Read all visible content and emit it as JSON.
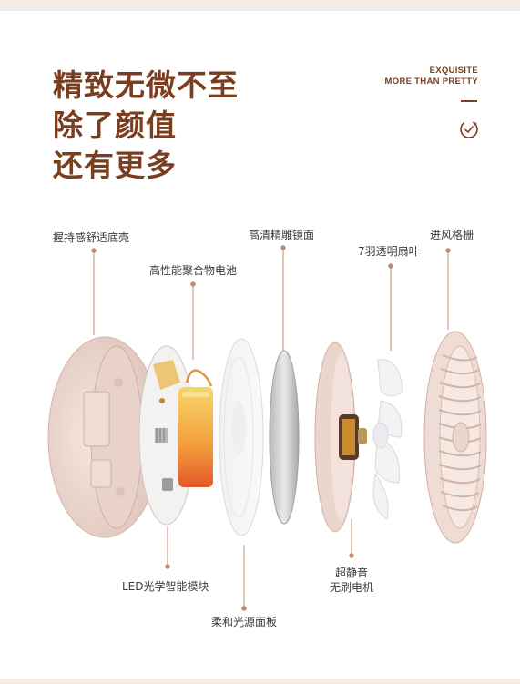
{
  "headline": {
    "line1": "精致无微不至",
    "line2": "除了颜值",
    "line3": "还有更多"
  },
  "english_tagline": {
    "line1": "EXQUISITE",
    "line2": "MORE THAN PRETTY"
  },
  "icons": {
    "badge": "refresh-check-icon"
  },
  "colors": {
    "brand_brown": "#7b3d20",
    "shell_pink": "#ecd9d1",
    "battery_orange": "#f29a3a"
  },
  "parts": {
    "grip_shell": "握持感舒适底壳",
    "battery": "高性能聚合物电池",
    "lens": "高清精雕镜面",
    "blades": "7羽透明扇叶",
    "grille": "进风格栅",
    "led_module": "LED光学智能模块",
    "light_panel": "柔和光源面板",
    "motor_line1": "超静音",
    "motor_line2": "无刷电机"
  }
}
